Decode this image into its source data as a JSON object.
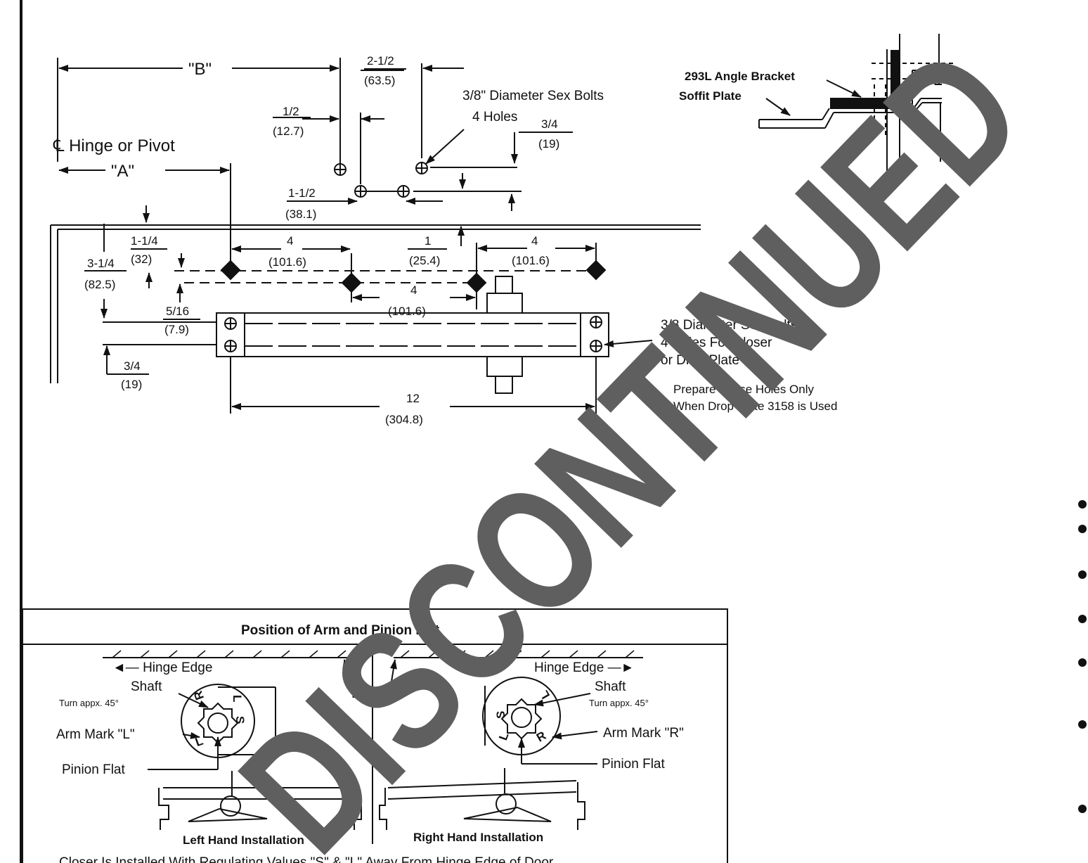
{
  "template": {
    "hinge_label": "℄ Hinge or Pivot",
    "dim_B": "\"B\"",
    "dim_A": "\"A\"",
    "d_2_1_2": "2-1/2",
    "d_63_5": "(63.5)",
    "d_1_2": "1/2",
    "d_12_7": "(12.7)",
    "bolts_top_line1": "3/8\" Diameter Sex Bolts",
    "bolts_top_line2": "4 Holes",
    "d_3_4_a": "3/4",
    "d_19_a": "(19)",
    "d_1_1_2": "1-1/2",
    "d_38_1": "(38.1)",
    "d_1_1_4": "1-1/4",
    "d_32": "(32)",
    "d_3_1_4": "3-1/4",
    "d_82_5": "(82.5)",
    "d_4_a": "4",
    "d_101_6_a": "(101.6)",
    "d_1": "1",
    "d_25_4": "(25.4)",
    "d_4_b": "4",
    "d_101_6_b": "(101.6)",
    "d_4_c": "4",
    "d_101_6_c": "(101.6)",
    "d_5_16": "5/16",
    "d_7_9": "(7.9)",
    "d_3_4_b": "3/4",
    "d_19_b": "(19)",
    "d_12": "12",
    "d_304_8": "(304.8)",
    "bolts_right_line1": "3/8 Diameter Sex Bolts",
    "bolts_right_line2": "4 Holes For Closer",
    "bolts_right_line3": "or Drop Plate",
    "legend_line1": "Prepare These Holes Only",
    "legend_line2": "When Drop Plate 3158 is Used"
  },
  "bracket": {
    "label1": "293L Angle Bracket",
    "label2": "Soffit Plate"
  },
  "position_box": {
    "title": "Position of Arm and Pinion Flat",
    "hinge_edge_left": "◄— Hinge Edge",
    "hinge_edge_right": "Hinge Edge —►",
    "door": "Door",
    "shaft_left": "Shaft",
    "shaft_right": "Shaft",
    "turn_left": "Turn     appx. 45°",
    "turn_right": "Turn      appx. 45°",
    "arm_mark_left": "Arm Mark \"L\"",
    "arm_mark_right": "Arm Mark \"R\"",
    "pinion_left": "Pinion Flat",
    "pinion_right": "Pinion Flat",
    "left_install": "Left Hand Installation",
    "right_install": "Right Hand Installation",
    "footer": "Closer Is Installed With Regulating Values \"S\" & \"L\" Away From Hinge Edge of Door",
    "dial_left": [
      "R",
      "L",
      "S",
      "L"
    ],
    "dial_right": [
      "L",
      "S",
      "L",
      "R"
    ]
  },
  "watermark": "DISCONTINUED"
}
